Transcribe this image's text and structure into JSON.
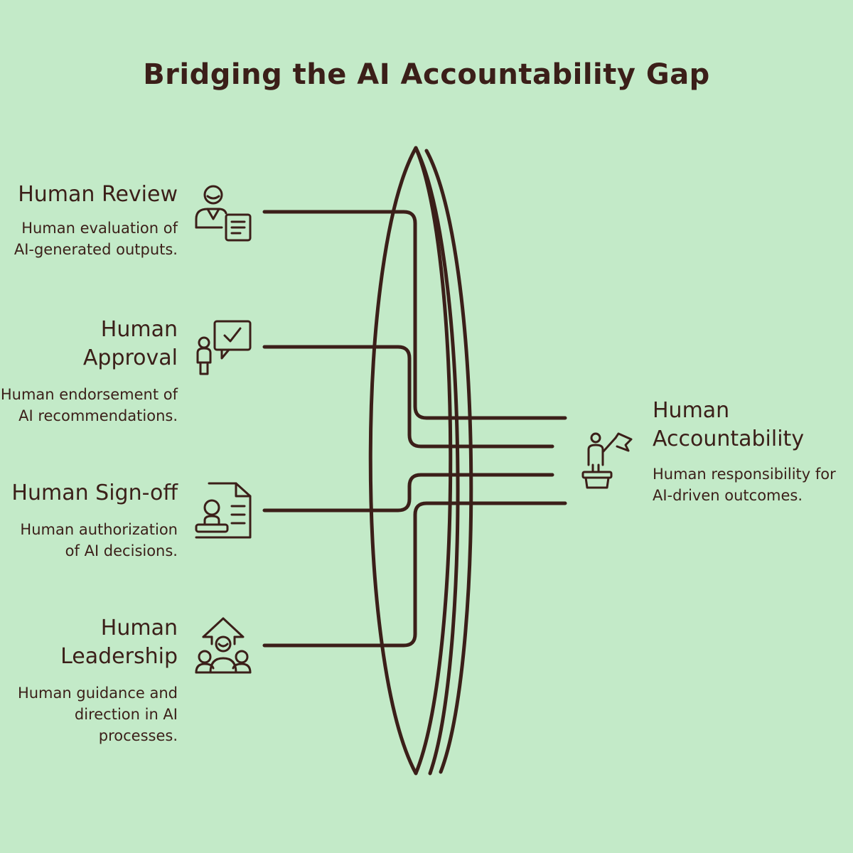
{
  "title": "Bridging the AI Accountability Gap",
  "inputs": [
    {
      "heading": "Human Review",
      "description": "Human evaluation of AI-generated outputs.",
      "icon": "person-document-icon"
    },
    {
      "heading": "Human Approval",
      "description": "Human endorsement of AI recommendations.",
      "icon": "person-checkmark-bubble-icon"
    },
    {
      "heading": "Human Sign-off",
      "description": "Human authorization of AI decisions.",
      "icon": "stamp-document-icon"
    },
    {
      "heading": "Human Leadership",
      "description": "Human guidance and direction in AI processes.",
      "icon": "leader-group-icon"
    }
  ],
  "output": {
    "heading": "Human Accountability",
    "description": "Human responsibility for AI-driven outcomes.",
    "icon": "person-flag-podium-icon"
  },
  "colors": {
    "background": "#c3eac8",
    "ink": "#3b1f19"
  }
}
